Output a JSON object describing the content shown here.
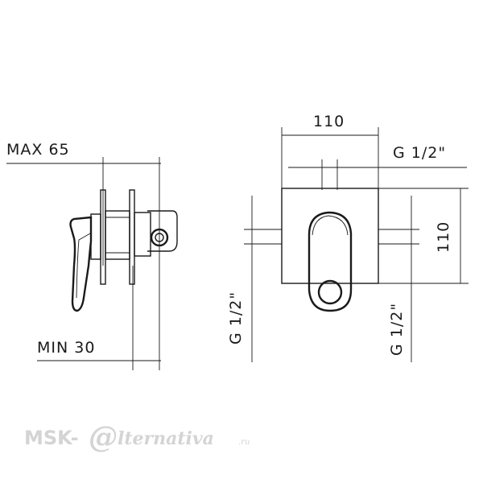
{
  "labels": {
    "max_depth": "MAX 65",
    "min_depth": "MIN 30",
    "width": "110",
    "height": "110",
    "thread_top": "G 1/2\"",
    "thread_left": "G 1/2\"",
    "thread_right": "G 1/2\""
  },
  "watermark": {
    "prefix": "MSK-",
    "at_symbol": "@",
    "name": "lternativa",
    "suffix": ".ru"
  },
  "colors": {
    "line": "#1a1a1a",
    "watermark": "#d4d4d4",
    "background": "#ffffff"
  }
}
